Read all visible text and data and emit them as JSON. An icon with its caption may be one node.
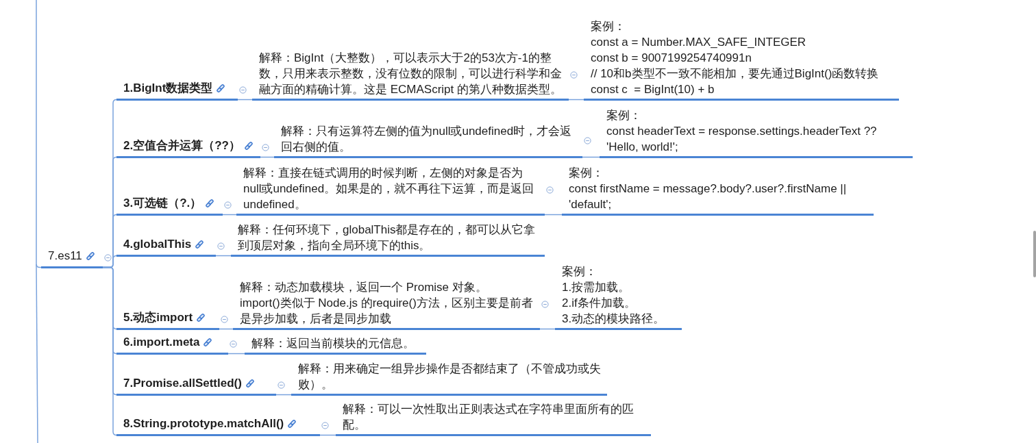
{
  "diagram": {
    "nodes": [
      {
        "text": [
          "7.es11"
        ]
      },
      {
        "text": [
          "1.BigInt数据类型"
        ]
      },
      {
        "text": [
          "解释：BigInt（大整数），可以表示大于2的53次方-1的整数，只用来表示整数，没有位数的限制，可以进行科学和金融方面的精确计算。这是 ECMAScript 的第八种数据类型。"
        ]
      },
      {
        "text": [
          "案例：",
          "const a = Number.MAX_SAFE_INTEGER",
          "const b = 9007199254740991n",
          "// 10和b类型不一致不能相加，要先通过BigInt()函数转换",
          "const c  = BigInt(10) + b"
        ]
      },
      {
        "text": [
          "2.空值合并运算（??）"
        ]
      },
      {
        "text": [
          "解释：只有运算符左侧的值为null或undefined时，才会返回右侧的值。"
        ]
      },
      {
        "text": [
          "案例：",
          "const headerText = response.settings.headerText ?? 'Hello, world!';"
        ]
      },
      {
        "text": [
          "3.可选链（?.）"
        ]
      },
      {
        "text": [
          "解释：直接在链式调用的时候判断，左侧的对象是否为null或undefined。如果是的，就不再往下运算，而是返回undefined。"
        ]
      },
      {
        "text": [
          "案例：",
          "const firstName = message?.body?.user?.firstName || 'default';"
        ]
      },
      {
        "text": [
          "4.globalThis"
        ]
      },
      {
        "text": [
          "解释：任何环境下，globalThis都是存在的，都可以从它拿到顶层对象，指向全局环境下的this。"
        ]
      },
      {
        "text": [
          "5.动态import"
        ]
      },
      {
        "text": [
          "解释：动态加载模块，返回一个 Promise 对象。",
          "import()类似于 Node.js 的require()方法，区别主要是前者是异步加载，后者是同步加载"
        ]
      },
      {
        "text": [
          "案例：",
          "1.按需加载。",
          "2.if条件加载。",
          "3.动态的模块路径。"
        ]
      },
      {
        "text": [
          "6.import.meta"
        ]
      },
      {
        "text": [
          "解释：返回当前模块的元信息。"
        ]
      },
      {
        "text": [
          "7.Promise.allSettled()"
        ]
      },
      {
        "text": [
          "解释：用来确定一组异步操作是否都结束了（不管成功或失败）。"
        ]
      },
      {
        "text": [
          "8.String.prototype.matchAll()"
        ]
      },
      {
        "text": [
          "解释：可以一次性取出正则表达式在字符串里面所有的匹配。"
        ]
      }
    ],
    "edges": [
      {
        "from": null,
        "to": 0,
        "arrow": "none"
      },
      {
        "from": 0,
        "to": 1,
        "arrow": "none"
      },
      {
        "from": 1,
        "to": 2,
        "arrow": "none"
      },
      {
        "from": 2,
        "to": 3,
        "arrow": "none"
      },
      {
        "from": 0,
        "to": 4,
        "arrow": "none"
      },
      {
        "from": 4,
        "to": 5,
        "arrow": "none"
      },
      {
        "from": 5,
        "to": 6,
        "arrow": "none"
      },
      {
        "from": 0,
        "to": 7,
        "arrow": "none"
      },
      {
        "from": 7,
        "to": 8,
        "arrow": "none"
      },
      {
        "from": 8,
        "to": 9,
        "arrow": "none"
      },
      {
        "from": 0,
        "to": 10,
        "arrow": "none"
      },
      {
        "from": 10,
        "to": 11,
        "arrow": "none"
      },
      {
        "from": 0,
        "to": 12,
        "arrow": "none"
      },
      {
        "from": 12,
        "to": 13,
        "arrow": "none"
      },
      {
        "from": 13,
        "to": 14,
        "arrow": "none"
      },
      {
        "from": 0,
        "to": 15,
        "arrow": "none"
      },
      {
        "from": 15,
        "to": 16,
        "arrow": "none"
      },
      {
        "from": 0,
        "to": 17,
        "arrow": "none"
      },
      {
        "from": 17,
        "to": 18,
        "arrow": "none"
      },
      {
        "from": 0,
        "to": 19,
        "arrow": "none"
      },
      {
        "from": 19,
        "to": 20,
        "arrow": "none"
      }
    ]
  }
}
